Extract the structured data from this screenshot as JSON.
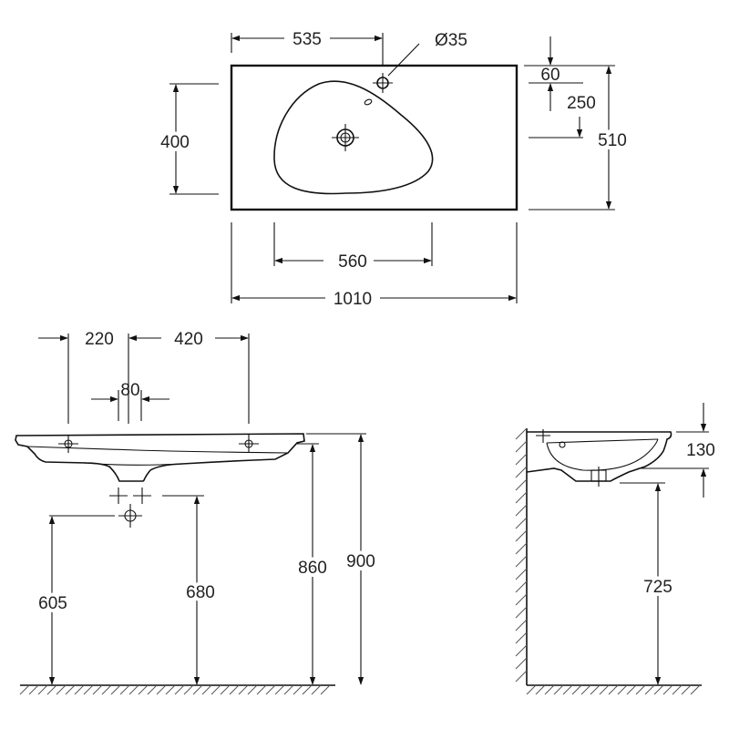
{
  "top_view": {
    "tap_offset": "535",
    "hole_diameter": "Ø35",
    "edge_to_hole": "60",
    "hole_to_drain": "250",
    "basin_depth": "400",
    "total_depth": "510",
    "bowl_width": "560",
    "total_width": "1010"
  },
  "front_view": {
    "left_fixing": "220",
    "fixing_spacing": "420",
    "drain_spacing": "80",
    "drain_height": "605",
    "siphon_height": "680",
    "bowl_bottom_height": "860",
    "top_height": "900"
  },
  "side_view": {
    "rim_thickness": "130",
    "drain_height": "725"
  }
}
